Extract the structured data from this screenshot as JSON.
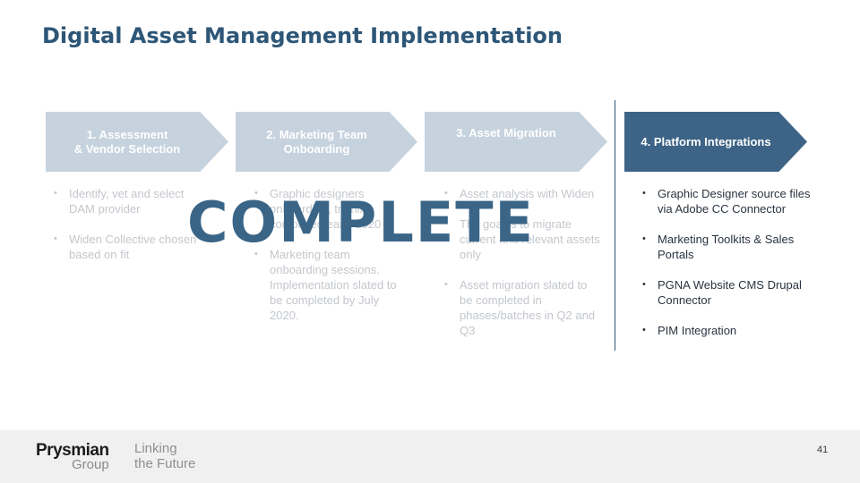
{
  "slide": {
    "title": "Digital Asset Management Implementation",
    "status_stamp": "COMPLETE",
    "page_number": "41"
  },
  "steps": [
    {
      "label": "1.  Assessment\n& Vendor Selection",
      "bullets": [
        "Identify, vet and select DAM provider",
        "Widen Collective chosen based on fit"
      ]
    },
    {
      "label": "2. Marketing Team\nOnboarding",
      "bullets": [
        "Graphic designers onboarding, training completed early 2020",
        "Marketing team onboarding sessions. Implementation slated to be completed by July 2020."
      ]
    },
    {
      "label": "3. Asset Migration",
      "bullets": [
        "Asset analysis with Widen",
        "The goal is to migrate current and relevant assets only",
        "Asset migration slated to be completed in phases/batches in Q2 and Q3"
      ]
    },
    {
      "label": "4. Platform Integrations",
      "bullets": [
        "Graphic Designer source files via Adobe CC Connector",
        "Marketing Toolkits & Sales Portals",
        "PGNA Website CMS Drupal Connector",
        "PIM Integration"
      ]
    }
  ],
  "footer": {
    "logo_top": "Prysmian",
    "logo_bottom": "Group",
    "tagline": "Linking\nthe Future"
  },
  "colors": {
    "title": "#2d5677",
    "active_step": "#3d6486",
    "faded_step": "#c6d2de",
    "faded_text": "#c3c7cc",
    "stamp": "#3a6587",
    "footer_bg": "#f0f0f0"
  }
}
